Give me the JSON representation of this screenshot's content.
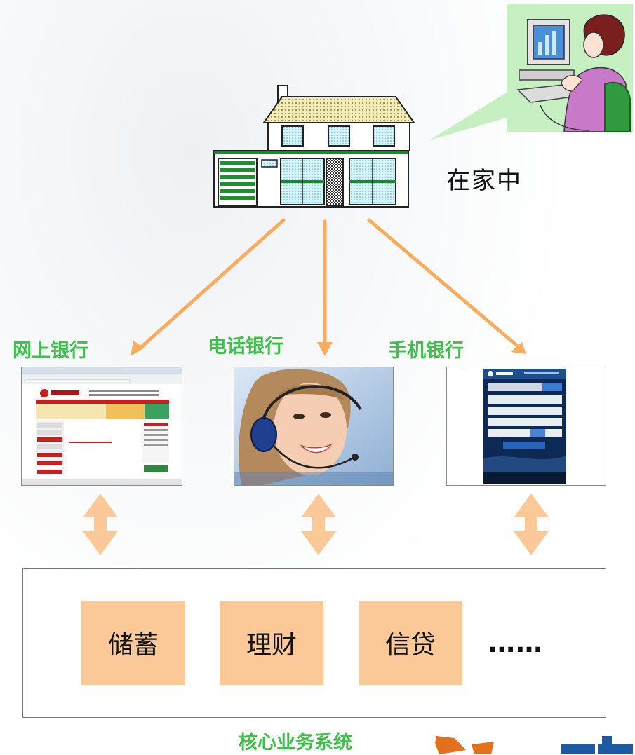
{
  "home_label": "在家中",
  "channels": [
    {
      "label": "网上银行"
    },
    {
      "label": "电话银行"
    },
    {
      "label": "手机银行"
    }
  ],
  "core": {
    "title": "核心业务系统",
    "services": [
      "储蓄",
      "理财",
      "信贷"
    ],
    "more": "……"
  },
  "colors": {
    "arrow": "#f7ac5e",
    "channel_label": "#3ec04a",
    "service_box": "#fbc998"
  }
}
